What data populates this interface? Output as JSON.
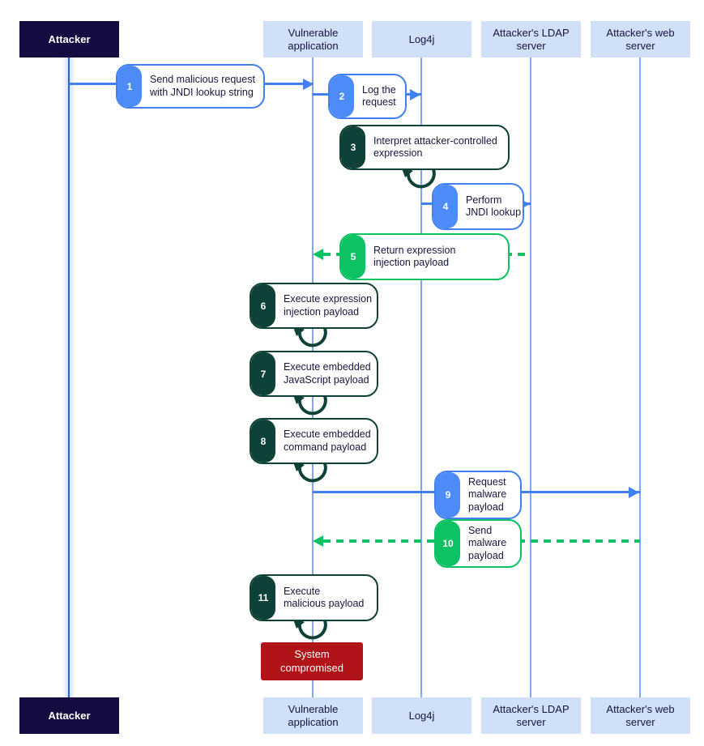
{
  "colors": {
    "blue_accent": "#4080f0",
    "blue_badge": "#4d8cf8",
    "lifeline_blue": "#7aa7f6",
    "green_accent": "#0cc263",
    "dark_green": "#0e4138",
    "red_status": "#b01318",
    "navy_header": "#140b40",
    "light_header_bg": "#cfe0f8"
  },
  "actors": [
    {
      "label": "Attacker"
    },
    {
      "label": "Vulnerable\napplication"
    },
    {
      "label": "Log4j"
    },
    {
      "label": "Attacker's LDAP\nserver"
    },
    {
      "label": "Attacker's web\nserver"
    }
  ],
  "steps": [
    {
      "num": "1",
      "label": "Send malicious request\nwith JNDI lookup string"
    },
    {
      "num": "2",
      "label": "Log the\nrequest"
    },
    {
      "num": "3",
      "label": "Interpret attacker-controlled\nexpression"
    },
    {
      "num": "4",
      "label": "Perform\nJNDI lookup"
    },
    {
      "num": "5",
      "label": "Return expression\ninjection payload"
    },
    {
      "num": "6",
      "label": "Execute expression\ninjection payload"
    },
    {
      "num": "7",
      "label": "Execute embedded\nJavaScript payload"
    },
    {
      "num": "8",
      "label": "Execute embedded\ncommand payload"
    },
    {
      "num": "9",
      "label": "Request\nmalware\npayload"
    },
    {
      "num": "10",
      "label": "Send\nmalware\npayload"
    },
    {
      "num": "11",
      "label": "Execute\nmalicious payload"
    }
  ],
  "status": {
    "label": "System\ncompromised"
  }
}
